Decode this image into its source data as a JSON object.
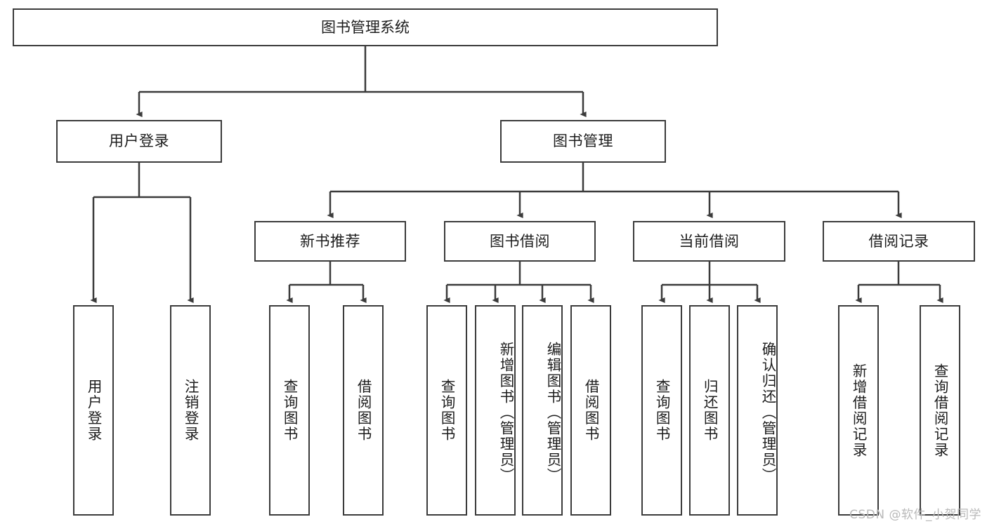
{
  "diagram": {
    "type": "tree-hierarchy",
    "title": "图书管理系统",
    "watermark": "CSDN @软件_小贺同学",
    "colors": {
      "background": "#ffffff",
      "node_border": "#3b3b3b",
      "node_fill": "#ffffff",
      "text": "#1c1c1c",
      "connector": "#3b3b3b",
      "watermark": "#b9b9b9"
    },
    "root": {
      "label": "图书管理系统"
    },
    "level1": [
      {
        "id": "user-login",
        "label": "用户登录"
      },
      {
        "id": "book-management",
        "label": "图书管理"
      }
    ],
    "level2": [
      {
        "id": "new-book-recommend",
        "label": "新书推荐",
        "parent": "book-management"
      },
      {
        "id": "book-borrow",
        "label": "图书借阅",
        "parent": "book-management"
      },
      {
        "id": "current-borrow",
        "label": "当前借阅",
        "parent": "book-management"
      },
      {
        "id": "borrow-record",
        "label": "借阅记录",
        "parent": "book-management"
      }
    ],
    "leaves": {
      "user-login": [
        {
          "id": "leaf-user-login",
          "label": "用户登录"
        },
        {
          "id": "leaf-user-logout",
          "label": "注销登录"
        }
      ],
      "new-book-recommend": [
        {
          "id": "leaf-query-book-1",
          "label": "查询图书"
        },
        {
          "id": "leaf-borrow-book-1",
          "label": "借阅图书"
        }
      ],
      "book-borrow": [
        {
          "id": "leaf-query-book-2",
          "label": "查询图书"
        },
        {
          "id": "leaf-add-book",
          "label": "新增图书（管理员）"
        },
        {
          "id": "leaf-edit-book",
          "label": "编辑图书（管理员）"
        },
        {
          "id": "leaf-borrow-book-2",
          "label": "借阅图书"
        }
      ],
      "current-borrow": [
        {
          "id": "leaf-query-book-3",
          "label": "查询图书"
        },
        {
          "id": "leaf-return-book",
          "label": "归还图书"
        },
        {
          "id": "leaf-confirm-return",
          "label": "确认归还（管理员）"
        }
      ],
      "borrow-record": [
        {
          "id": "leaf-add-record",
          "label": "新增借阅记录"
        },
        {
          "id": "leaf-query-record",
          "label": "查询借阅记录"
        }
      ]
    }
  }
}
